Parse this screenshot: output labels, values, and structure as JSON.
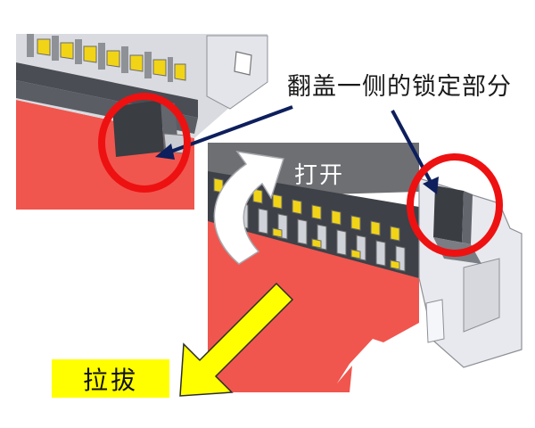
{
  "labels": {
    "lock_callout": "翻盖一侧的锁定部分",
    "open": "打开",
    "pull": "拉拔"
  },
  "colors": {
    "pcb_red": "#f0564e",
    "highlight_ring": "#ee1111",
    "pointer_arrow": "#0d1f5c",
    "open_arrow": "#ffffff",
    "pull_arrow": "#ffff00",
    "pull_label_bg": "#ffff00",
    "contact_gold": "#f2d417"
  },
  "icons": {
    "lock_pointer": "arrow-left-icon",
    "open_direction": "curved-arrow-up-icon",
    "pull_direction": "arrow-down-left-icon"
  }
}
